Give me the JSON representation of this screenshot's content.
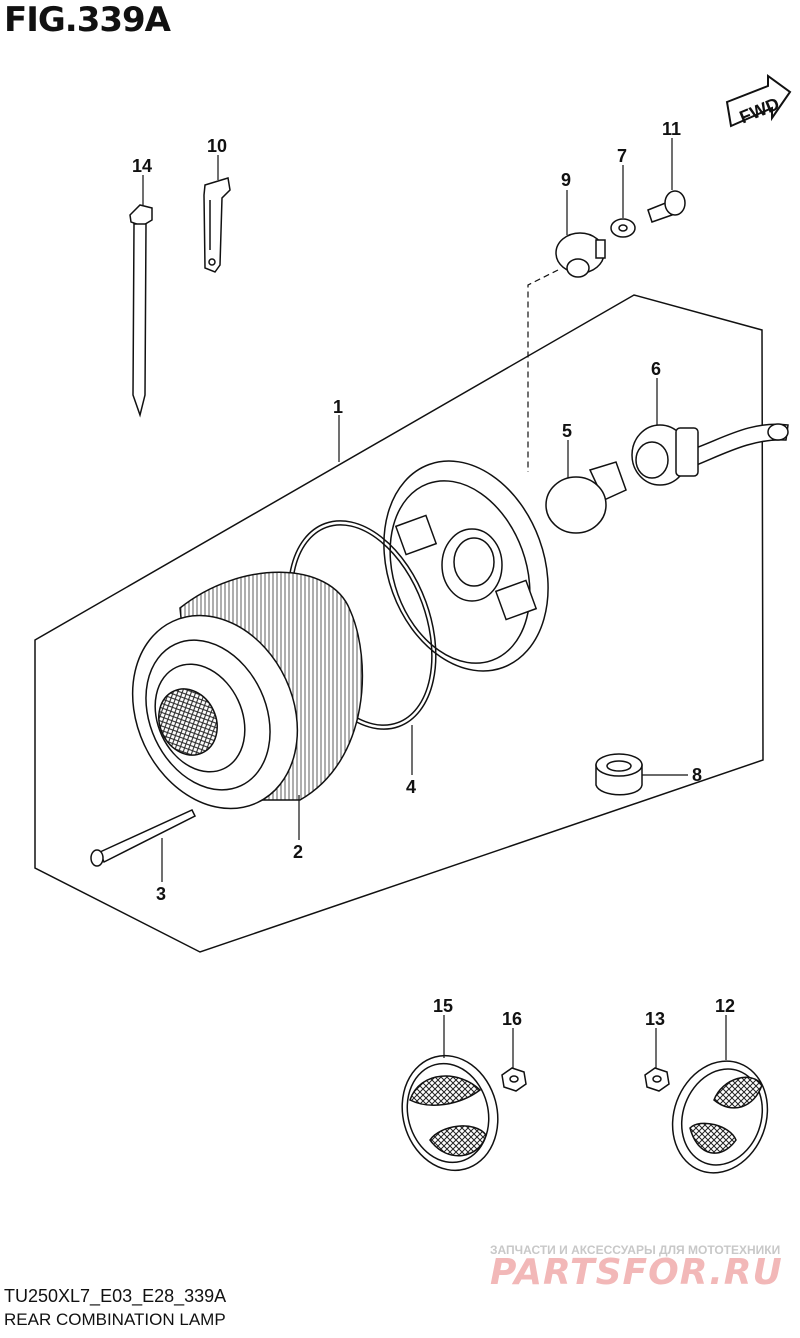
{
  "figure": {
    "title": "FIG.339A"
  },
  "direction": {
    "label": "FWD"
  },
  "parts": [
    {
      "no": "1"
    },
    {
      "no": "2"
    },
    {
      "no": "3"
    },
    {
      "no": "4"
    },
    {
      "no": "5"
    },
    {
      "no": "6"
    },
    {
      "no": "7"
    },
    {
      "no": "8"
    },
    {
      "no": "9"
    },
    {
      "no": "10"
    },
    {
      "no": "11"
    },
    {
      "no": "12"
    },
    {
      "no": "13"
    },
    {
      "no": "14"
    },
    {
      "no": "15"
    },
    {
      "no": "16"
    }
  ],
  "footer": {
    "code": "TU250XL7_E03_E28_339A",
    "name": "REAR COMBINATION LAMP"
  },
  "watermark": {
    "subtitle": "ЗАПЧАСТИ И АКСЕССУАРЫ ДЛЯ МОТОТЕХНИКИ",
    "brand": "PARTSFOR.RU"
  }
}
